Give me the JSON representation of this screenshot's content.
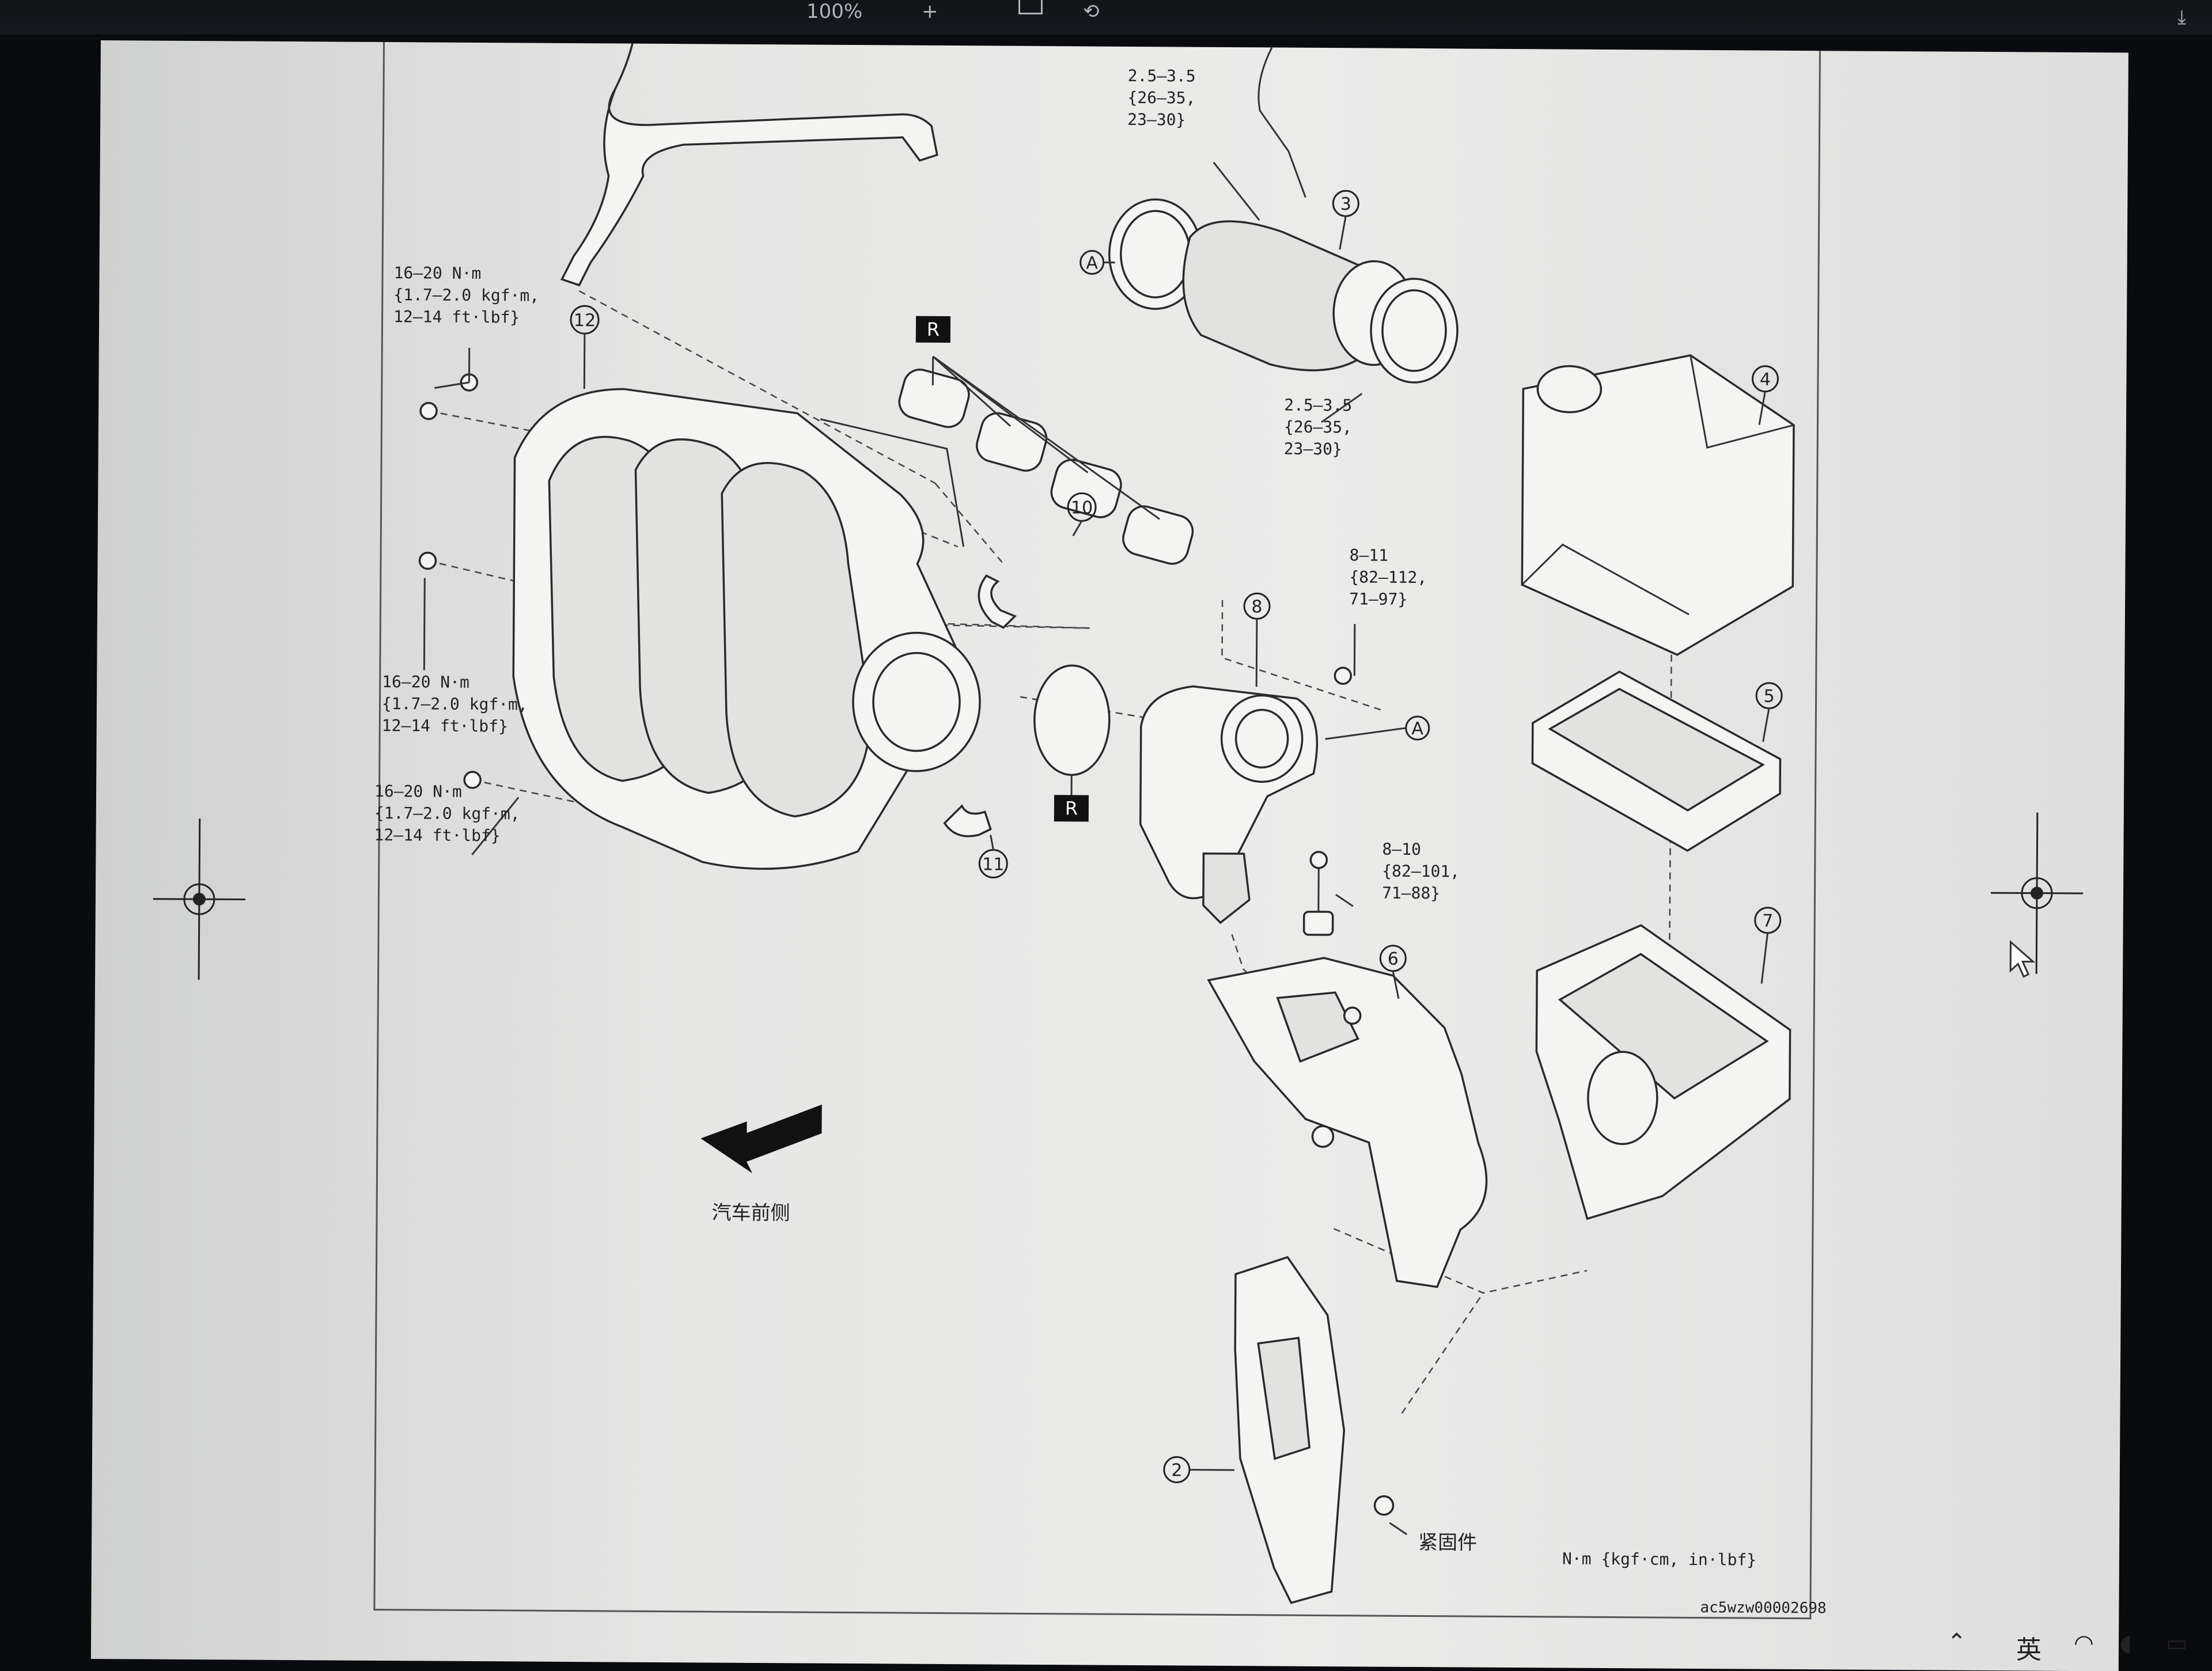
{
  "toolbar": {
    "zoom": "100%"
  },
  "torque_specs": {
    "hose_clamp_upper": [
      "2.5—3.5",
      "{26—35,",
      "23—30}"
    ],
    "hose_clamp_lower": [
      "2.5—3.5",
      "{26—35,",
      "23—30}"
    ],
    "manifold_top": [
      "16—20 N·m",
      "{1.7—2.0 kgf·m,",
      "12—14 ft·lbf}"
    ],
    "manifold_mid": [
      "16—20 N·m",
      "{1.7—2.0 kgf·m,",
      "12—14 ft·lbf}"
    ],
    "manifold_low": [
      "16—20 N·m",
      "{1.7—2.0 kgf·m,",
      "12—14 ft·lbf}"
    ],
    "throttle_body": [
      "8—11",
      "{82—112,",
      "71—97}"
    ],
    "bracket_bolt": [
      "8—10",
      "{82—101,",
      "71—88}"
    ]
  },
  "callouts": [
    "2",
    "3",
    "4",
    "5",
    "6",
    "7",
    "8",
    "10",
    "11",
    "12"
  ],
  "markers": {
    "a": "A",
    "r": "R"
  },
  "front_label": "汽车前侧",
  "fastener_label": "紧固件",
  "units": "N·m {kgf·cm, in·lbf}",
  "figure_id": "ac5wzw00002698",
  "taskbar": {
    "ime": "英"
  }
}
